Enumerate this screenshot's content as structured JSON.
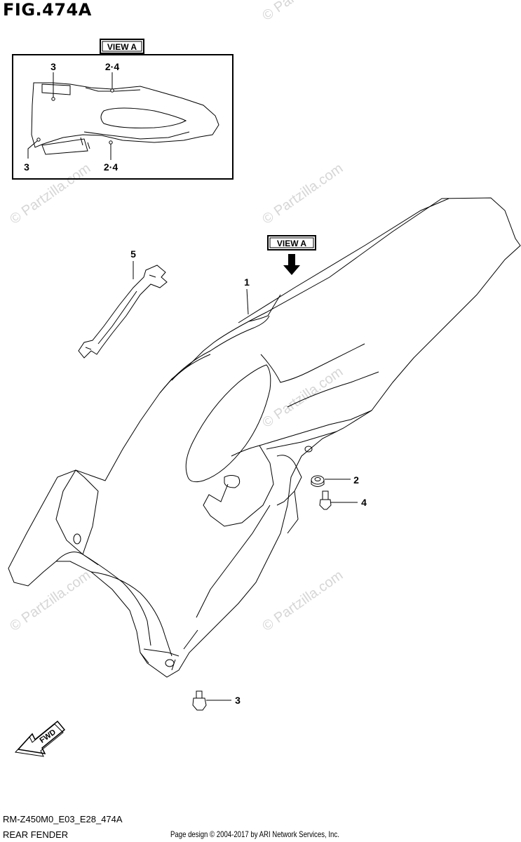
{
  "figure_title": "FIG.474A",
  "view_label": "VIEW A",
  "callouts": {
    "inset_top_left": "3",
    "inset_top_right": "2·4",
    "inset_bottom_left": "3",
    "inset_bottom_right": "2·4",
    "fender": "1",
    "nut": "2",
    "bolt_upper": "4",
    "bolt_lower": "3",
    "bracket": "5"
  },
  "direction_marker": "FWD",
  "watermark": "© Partzilla.com",
  "footer": {
    "model_code": "RM-Z450M0_E03_E28_474A",
    "part_name": "REAR FENDER",
    "copyright": "Page design © 2004-2017 by ARI Network Services, Inc."
  }
}
